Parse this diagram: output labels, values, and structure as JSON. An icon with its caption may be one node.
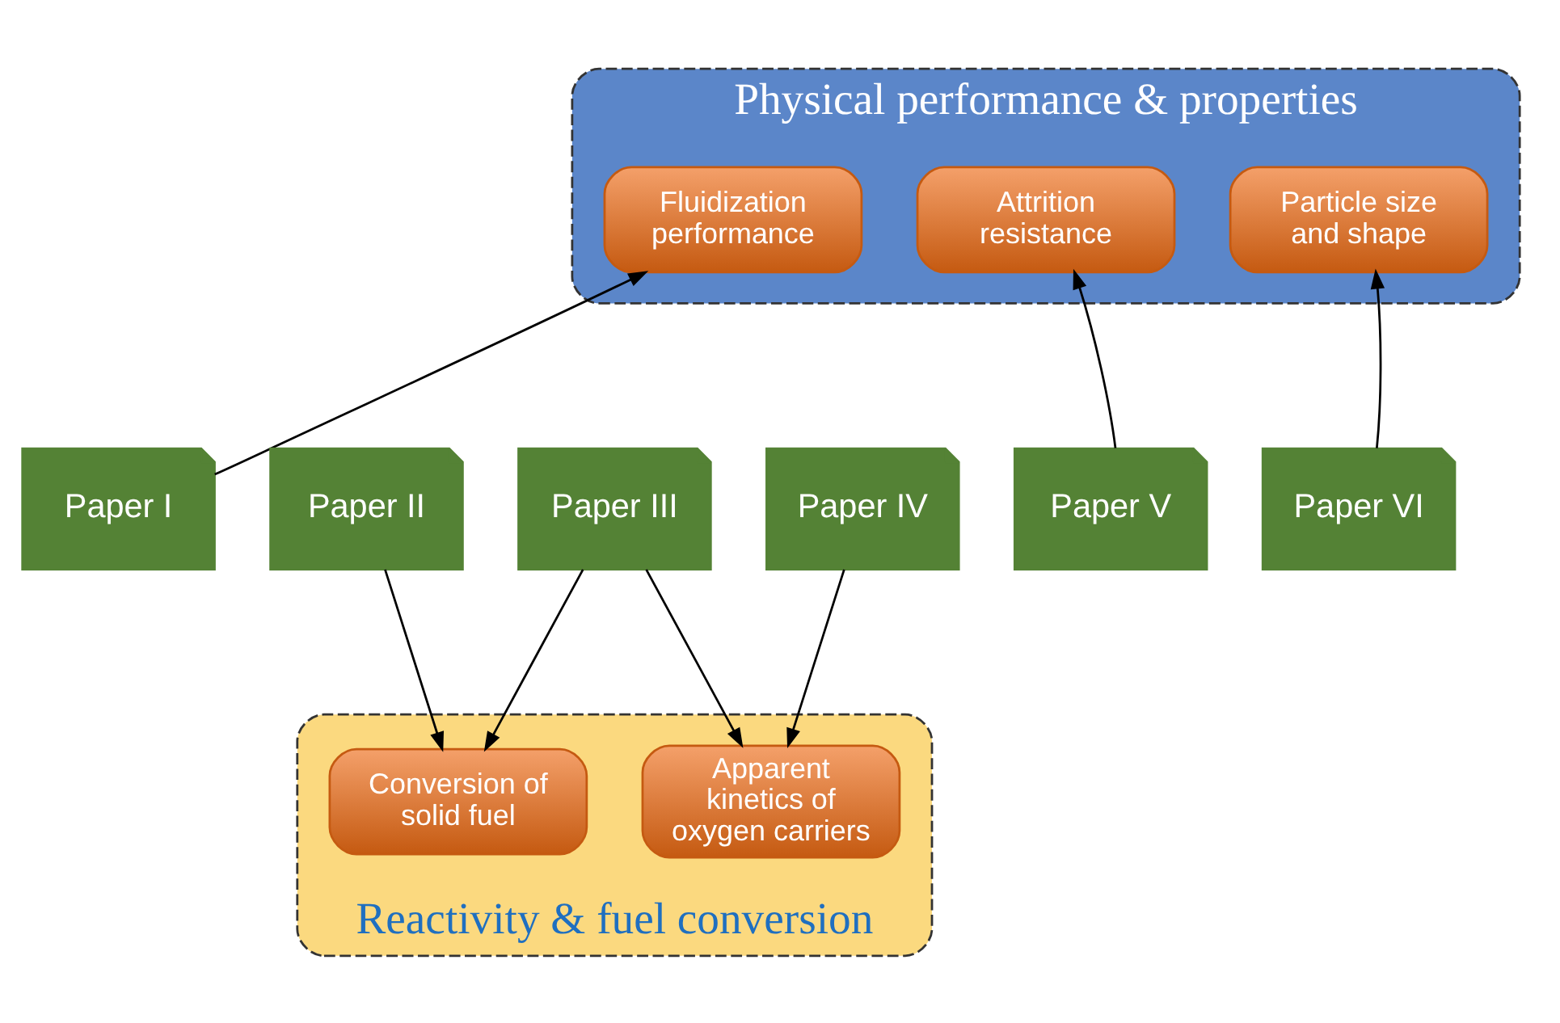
{
  "diagram": {
    "nodes": [
      {
        "text": [
          "Physical performance & properties"
        ]
      },
      {
        "text": [
          "Fluidization performance"
        ],
        "in": 0
      },
      {
        "text": [
          "Attrition resistance"
        ],
        "in": 0
      },
      {
        "text": [
          "Particle size and shape"
        ],
        "in": 0
      },
      {
        "text": [
          "Paper I"
        ]
      },
      {
        "text": [
          "Paper II"
        ]
      },
      {
        "text": [
          "Paper III"
        ]
      },
      {
        "text": [
          "Paper IV"
        ]
      },
      {
        "text": [
          "Paper V"
        ]
      },
      {
        "text": [
          "Paper VI"
        ]
      },
      {
        "text": [
          "Reactivity & fuel conversion"
        ]
      },
      {
        "text": [
          "Conversion of solid fuel"
        ],
        "in": 10
      },
      {
        "text": [
          "Apparent kinetics of oxygen carriers"
        ],
        "in": 10
      }
    ],
    "edges": [
      {
        "from": 4,
        "to": 1,
        "arrow": "to"
      },
      {
        "from": 8,
        "to": 2,
        "arrow": "to"
      },
      {
        "from": 9,
        "to": 3,
        "arrow": "to"
      },
      {
        "from": 5,
        "to": 11,
        "arrow": "to"
      },
      {
        "from": 6,
        "to": 11,
        "arrow": "to"
      },
      {
        "from": 6,
        "to": 12,
        "arrow": "to"
      },
      {
        "from": 7,
        "to": 12,
        "arrow": "to"
      }
    ]
  }
}
